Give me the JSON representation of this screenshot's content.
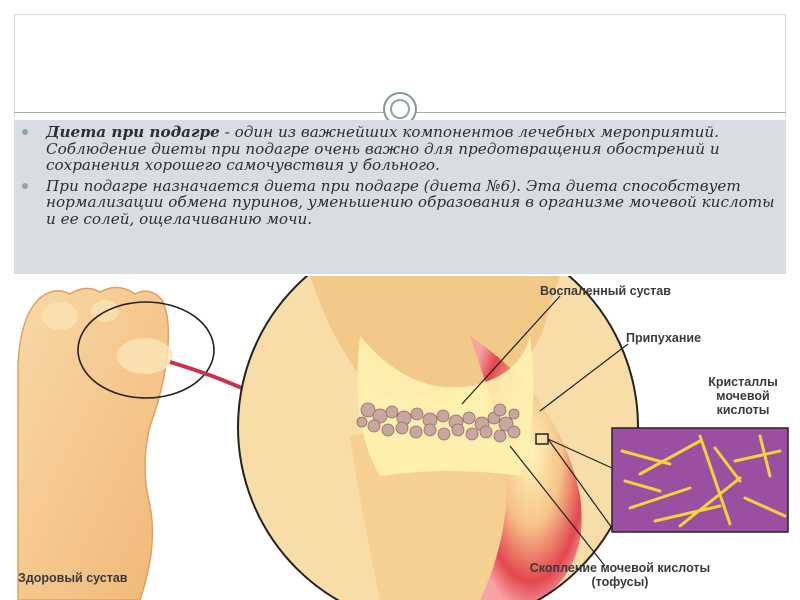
{
  "slide": {
    "paragraph1": {
      "bold": "Диета при подагре",
      "rest": " - один из важнейших компонентов лечебных мероприятий. Соблюдение диеты при подагре очень важно для предотвращения обострений и сохранения хорошего самочувствия у больного."
    },
    "paragraph2": "При подагре назначается диета при подагре (диета  №6). Эта диета способствует нормализации обмена пуринов, уменьшению образования в организме мочевой кислоты и ее солей, ощелачиванию мочи."
  },
  "illustration": {
    "label_inflamed": "Воспаленный сустав",
    "label_swelling": "Припухание",
    "label_crystals_1": "Кристаллы",
    "label_crystals_2": "мочевой",
    "label_crystals_3": "кислоты",
    "label_tophi_1": "Скопление мочевой кислоты",
    "label_tophi_2": "(тофусы)",
    "label_healthy": "Здоровый сустав"
  },
  "colors": {
    "text_box_bg": "#d9dde1",
    "bullet": "#8aa89c",
    "arrow": "#c9314c",
    "crystal_bg": "#9b4fa0",
    "crystal": "#f3d23a"
  }
}
